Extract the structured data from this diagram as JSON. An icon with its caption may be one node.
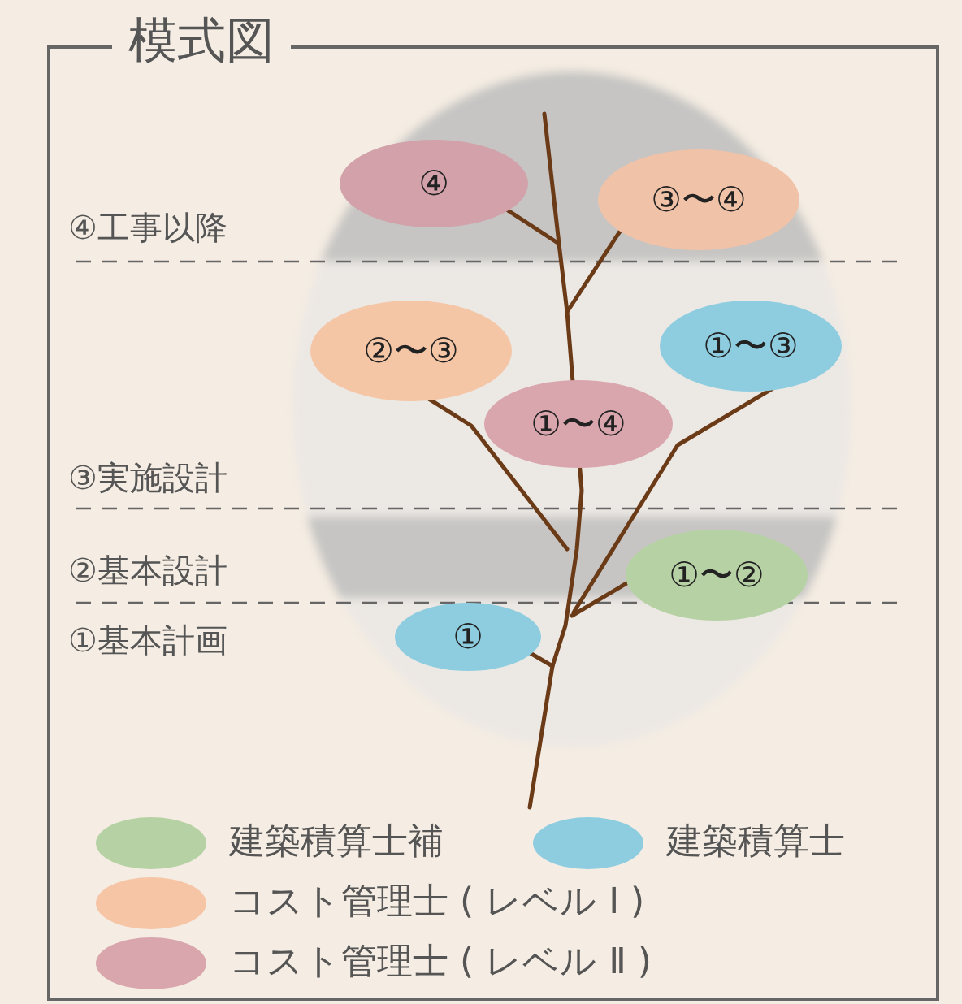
{
  "diagram": {
    "nodes": [
      {
        "text": [
          "模式図"
        ]
      },
      {
        "text": [
          "④"
        ],
        "in": 0
      },
      {
        "text": [
          "③〜④"
        ],
        "in": 0
      },
      {
        "text": [
          "②〜③"
        ],
        "in": 0
      },
      {
        "text": [
          "①〜③"
        ],
        "in": 0
      },
      {
        "text": [
          "①〜④"
        ],
        "in": 0
      },
      {
        "text": [
          "①〜②"
        ],
        "in": 0
      },
      {
        "text": [
          "①"
        ],
        "in": 0
      }
    ],
    "labels": [
      "④工事以降",
      "③実施設計",
      "②基本設計",
      "①基本計画"
    ],
    "legend": [
      {
        "text": "建築積算士補",
        "color": "#b6d2a4"
      },
      {
        "text": "建築積算士",
        "color": "#8ecde0"
      },
      {
        "text": "コスト管理士 ( レベル Ⅰ )",
        "color": "#f6c5a6"
      },
      {
        "text": "コスト管理士 ( レベル Ⅱ )",
        "color": "#d9a6ad"
      }
    ]
  }
}
